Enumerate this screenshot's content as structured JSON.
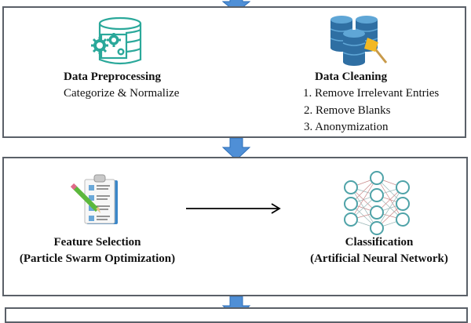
{
  "stages": [
    {
      "id": "preprocessing-stage",
      "steps": [
        {
          "title": "Data Preprocessing",
          "subtitle": "Categorize & Normalize",
          "icon": "database-gears-icon"
        },
        {
          "title": "Data Cleaning",
          "list": [
            "1. Remove Irrelevant Entries",
            "2. Remove Blanks",
            "3. Anonymization"
          ],
          "icon": "database-broom-icon"
        }
      ]
    },
    {
      "id": "modeling-stage",
      "steps": [
        {
          "title": "Feature Selection",
          "subtitle": "(Particle Swarm Optimization)",
          "icon": "clipboard-checklist-icon"
        },
        {
          "title": "Classification",
          "subtitle": "(Artificial Neural Network)",
          "icon": "neural-network-icon"
        }
      ]
    }
  ],
  "colors": {
    "flow_arrow": "#4f8fd6",
    "box_border": "#5a6068",
    "teal_icon": "#2aa89a",
    "db_blue": "#2f6fa3"
  }
}
